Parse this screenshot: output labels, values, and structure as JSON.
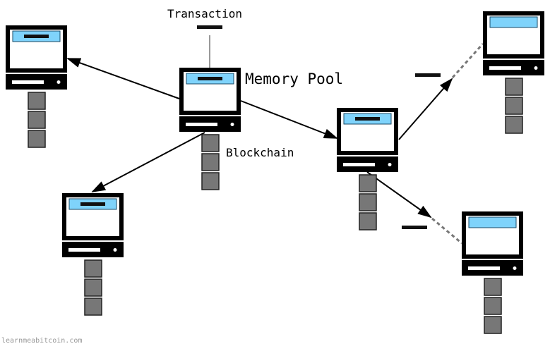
{
  "labels": {
    "transaction": "Transaction",
    "memory_pool": "Memory Pool",
    "blockchain": "Blockchain",
    "watermark": "learnmeabitcoin.com"
  },
  "colors": {
    "screen_fill": "#7fd3fb",
    "block_fill": "#777777",
    "line": "#000000",
    "dashed_line": "#777777"
  },
  "nodes": [
    {
      "id": "center",
      "has_transaction": true,
      "blocks": 3
    },
    {
      "id": "left-top",
      "has_transaction": true,
      "blocks": 3
    },
    {
      "id": "left-bottom",
      "has_transaction": true,
      "blocks": 3
    },
    {
      "id": "middle-right",
      "has_transaction": true,
      "blocks": 3
    },
    {
      "id": "right-top",
      "has_transaction": false,
      "blocks": 3
    },
    {
      "id": "right-bottom",
      "has_transaction": false,
      "blocks": 3
    }
  ]
}
